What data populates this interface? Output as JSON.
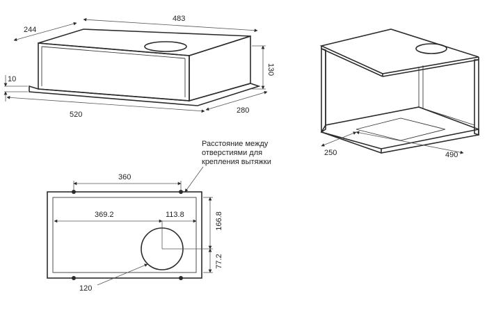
{
  "colors": {
    "line": "#2b2b2b",
    "text": "#222222",
    "background": "#ffffff"
  },
  "hood_view": {
    "depth_top": "244",
    "width_top": "483",
    "height": "130",
    "flange_thickness": "10",
    "width_bottom": "520",
    "depth_bottom": "280"
  },
  "cabinet_view": {
    "opening_depth": "250",
    "opening_width": "490"
  },
  "mounting_view": {
    "note_lines": [
      "Расстояние между",
      "отверстиями для",
      "крепления вытяжки"
    ],
    "hole_spacing": "360",
    "duct_offset_x": "369.2",
    "duct_offset_x_right": "113.8",
    "duct_offset_y_top": "166.8",
    "duct_offset_y_bottom": "77.2",
    "duct_diameter": "120"
  }
}
